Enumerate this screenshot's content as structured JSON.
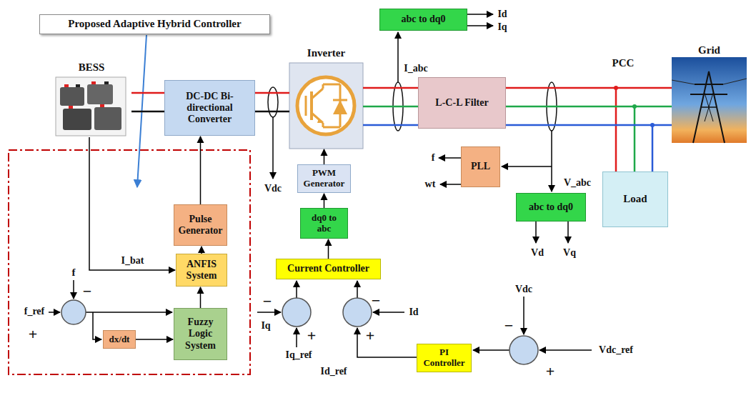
{
  "diagram": {
    "nodes": [
      {
        "text": [
          "Proposed Adaptive Hybrid Controller"
        ]
      },
      {
        "text": [
          "BESS"
        ]
      },
      {
        "text": [
          "DC-DC Bi-directional Converter"
        ]
      },
      {
        "text": [
          "Pulse Generator"
        ]
      },
      {
        "text": [
          "ANFIS System"
        ]
      },
      {
        "text": [
          "Fuzzy Logic System"
        ]
      },
      {
        "text": [
          "dx/dt"
        ]
      },
      {
        "text": [
          "Inverter"
        ]
      },
      {
        "text": [
          "PWM Generator"
        ]
      },
      {
        "text": [
          "dq0 to abc"
        ]
      },
      {
        "text": [
          "Current Controller"
        ]
      },
      {
        "text": [
          "abc to dq0"
        ]
      },
      {
        "text": [
          "L-C-L Filter"
        ]
      },
      {
        "text": [
          "PLL"
        ]
      },
      {
        "text": [
          "abc to dq0"
        ]
      },
      {
        "text": [
          "Load"
        ]
      },
      {
        "text": [
          "Grid"
        ]
      },
      {
        "text": [
          "PI Controller"
        ]
      }
    ],
    "edges": [
      {
        "from": 1,
        "to": 2,
        "arrow": "none"
      },
      {
        "from": 2,
        "to": 7,
        "arrow": "none"
      },
      {
        "from": 7,
        "to": 12,
        "arrow": "none"
      },
      {
        "from": 12,
        "to": 16,
        "arrow": "none"
      },
      {
        "from": 3,
        "to": 2,
        "arrow": "to"
      },
      {
        "from": 4,
        "to": 3,
        "arrow": "to"
      },
      {
        "from": 5,
        "to": 4,
        "arrow": "to"
      },
      {
        "from": 6,
        "to": 5,
        "arrow": "to"
      },
      {
        "from": 1,
        "to": 4,
        "arrow": "to",
        "label": "I_bat"
      },
      {
        "from": 8,
        "to": 7,
        "arrow": "to"
      },
      {
        "from": 9,
        "to": 8,
        "arrow": "to"
      },
      {
        "from": 10,
        "to": 9,
        "arrow": "to"
      }
    ],
    "labels": [
      "Id",
      "Iq",
      "I_abc",
      "PCC",
      "f",
      "wt",
      "V_abc",
      "Vd",
      "Vq",
      "Vdc",
      "f",
      "−",
      "f_ref",
      "+",
      "−",
      "Iq",
      "+",
      "Iq_ref",
      "−",
      "Id",
      "+",
      "Vdc",
      "−",
      "+",
      "Vdc_ref",
      "Id_ref"
    ]
  }
}
